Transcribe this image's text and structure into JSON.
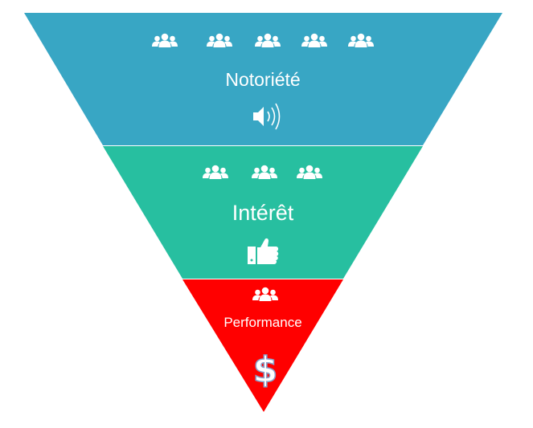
{
  "funnel": {
    "colors": {
      "stage1": "#38a6c4",
      "stage2": "#27bfa0",
      "stage3": "#ff0000",
      "icon": "#ffffff",
      "dollar_outline": "#8a9fc8"
    },
    "stages": [
      {
        "label": "Notoriété",
        "people_icons": 5,
        "stage_icon": "speaker-icon"
      },
      {
        "label": "Intérêt",
        "people_icons": 3,
        "stage_icon": "thumbs-up-icon"
      },
      {
        "label": "Performance",
        "people_icons": 1,
        "stage_icon": "dollar-icon"
      }
    ]
  }
}
